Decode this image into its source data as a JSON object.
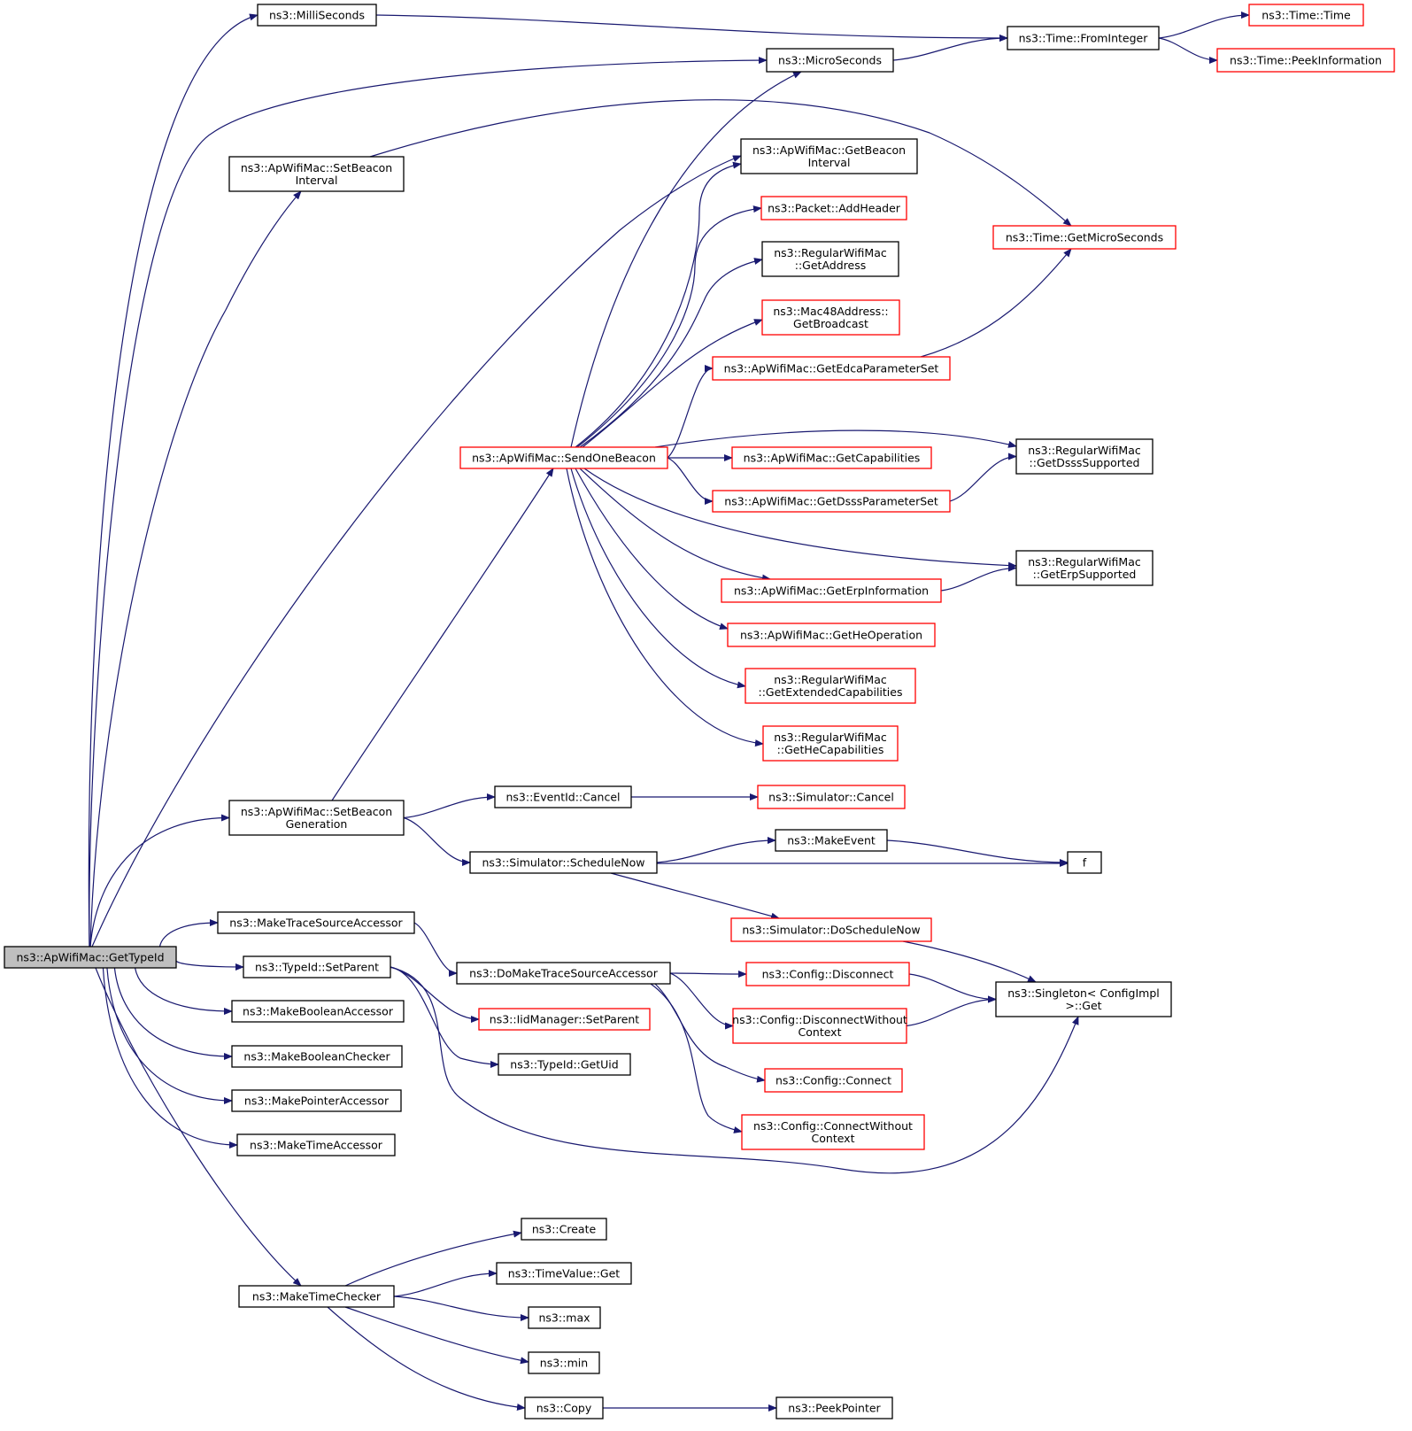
{
  "colors": {
    "edge": "#191970",
    "node_border": "#000000",
    "node_border_truncated": "#ff0000",
    "root_fill": "#bfbfbf",
    "node_fill": "#ffffff"
  },
  "nodes": [
    {
      "id": "root",
      "lines": [
        "ns3::ApWifiMac::GetTypeId"
      ],
      "style": "root"
    },
    {
      "id": "MilliSeconds",
      "lines": [
        "ns3::MilliSeconds"
      ],
      "style": "normal"
    },
    {
      "id": "MicroSeconds",
      "lines": [
        "ns3::MicroSeconds"
      ],
      "style": "normal"
    },
    {
      "id": "FromInteger",
      "lines": [
        "ns3::Time::FromInteger"
      ],
      "style": "normal"
    },
    {
      "id": "TimeTime",
      "lines": [
        "ns3::Time::Time"
      ],
      "style": "truncated"
    },
    {
      "id": "PeekInformation",
      "lines": [
        "ns3::Time::PeekInformation"
      ],
      "style": "truncated"
    },
    {
      "id": "SetBeaconInterval",
      "lines": [
        "ns3::ApWifiMac::SetBeacon",
        "Interval"
      ],
      "style": "normal"
    },
    {
      "id": "GetBeaconInterval",
      "lines": [
        "ns3::ApWifiMac::GetBeacon",
        "Interval"
      ],
      "style": "normal"
    },
    {
      "id": "AddHeader",
      "lines": [
        "ns3::Packet::AddHeader"
      ],
      "style": "truncated"
    },
    {
      "id": "GetMicroSeconds",
      "lines": [
        "ns3::Time::GetMicroSeconds"
      ],
      "style": "truncated"
    },
    {
      "id": "GetAddress",
      "lines": [
        "ns3::RegularWifiMac",
        "::GetAddress"
      ],
      "style": "normal"
    },
    {
      "id": "GetBroadcast",
      "lines": [
        "ns3::Mac48Address::",
        "GetBroadcast"
      ],
      "style": "truncated"
    },
    {
      "id": "GetEdca",
      "lines": [
        "ns3::ApWifiMac::GetEdcaParameterSet"
      ],
      "style": "truncated"
    },
    {
      "id": "SendOneBeacon",
      "lines": [
        "ns3::ApWifiMac::SendOneBeacon"
      ],
      "style": "truncated"
    },
    {
      "id": "GetCapabilities",
      "lines": [
        "ns3::ApWifiMac::GetCapabilities"
      ],
      "style": "truncated"
    },
    {
      "id": "GetDsssSupported",
      "lines": [
        "ns3::RegularWifiMac",
        "::GetDsssSupported"
      ],
      "style": "normal"
    },
    {
      "id": "GetDsssParameterSet",
      "lines": [
        "ns3::ApWifiMac::GetDsssParameterSet"
      ],
      "style": "truncated"
    },
    {
      "id": "GetErpSupported",
      "lines": [
        "ns3::RegularWifiMac",
        "::GetErpSupported"
      ],
      "style": "normal"
    },
    {
      "id": "GetErpInformation",
      "lines": [
        "ns3::ApWifiMac::GetErpInformation"
      ],
      "style": "truncated"
    },
    {
      "id": "GetHeOperation",
      "lines": [
        "ns3::ApWifiMac::GetHeOperation"
      ],
      "style": "truncated"
    },
    {
      "id": "GetExtendedCapabilities",
      "lines": [
        "ns3::RegularWifiMac",
        "::GetExtendedCapabilities"
      ],
      "style": "truncated"
    },
    {
      "id": "GetHeCapabilities",
      "lines": [
        "ns3::RegularWifiMac",
        "::GetHeCapabilities"
      ],
      "style": "truncated"
    },
    {
      "id": "SetBeaconGeneration",
      "lines": [
        "ns3::ApWifiMac::SetBeacon",
        "Generation"
      ],
      "style": "normal"
    },
    {
      "id": "EventIdCancel",
      "lines": [
        "ns3::EventId::Cancel"
      ],
      "style": "normal"
    },
    {
      "id": "SimulatorCancel",
      "lines": [
        "ns3::Simulator::Cancel"
      ],
      "style": "truncated"
    },
    {
      "id": "ScheduleNow",
      "lines": [
        "ns3::Simulator::ScheduleNow"
      ],
      "style": "normal"
    },
    {
      "id": "MakeEvent",
      "lines": [
        "ns3::MakeEvent"
      ],
      "style": "normal"
    },
    {
      "id": "f",
      "lines": [
        "f"
      ],
      "style": "normal"
    },
    {
      "id": "DoScheduleNow",
      "lines": [
        "ns3::Simulator::DoScheduleNow"
      ],
      "style": "truncated"
    },
    {
      "id": "MakeTraceSourceAccessor",
      "lines": [
        "ns3::MakeTraceSourceAccessor"
      ],
      "style": "normal"
    },
    {
      "id": "DoMakeTraceSourceAccessor",
      "lines": [
        "ns3::DoMakeTraceSourceAccessor"
      ],
      "style": "normal"
    },
    {
      "id": "ConfigDisconnect",
      "lines": [
        "ns3::Config::Disconnect"
      ],
      "style": "truncated"
    },
    {
      "id": "SingletonGet",
      "lines": [
        "ns3::Singleton< ConfigImpl",
        " >::Get"
      ],
      "style": "normal"
    },
    {
      "id": "SetParent",
      "lines": [
        "ns3::TypeId::SetParent"
      ],
      "style": "normal"
    },
    {
      "id": "IidSetParent",
      "lines": [
        "ns3::IidManager::SetParent"
      ],
      "style": "truncated"
    },
    {
      "id": "DisconnectWithoutContext",
      "lines": [
        "ns3::Config::DisconnectWithout",
        "Context"
      ],
      "style": "truncated"
    },
    {
      "id": "MakeBooleanAccessor",
      "lines": [
        "ns3::MakeBooleanAccessor"
      ],
      "style": "normal"
    },
    {
      "id": "MakeBooleanChecker",
      "lines": [
        "ns3::MakeBooleanChecker"
      ],
      "style": "normal"
    },
    {
      "id": "GetUid",
      "lines": [
        "ns3::TypeId::GetUid"
      ],
      "style": "normal"
    },
    {
      "id": "ConfigConnect",
      "lines": [
        "ns3::Config::Connect"
      ],
      "style": "truncated"
    },
    {
      "id": "MakePointerAccessor",
      "lines": [
        "ns3::MakePointerAccessor"
      ],
      "style": "normal"
    },
    {
      "id": "MakeTimeAccessor",
      "lines": [
        "ns3::MakeTimeAccessor"
      ],
      "style": "normal"
    },
    {
      "id": "ConnectWithoutContext",
      "lines": [
        "ns3::Config::ConnectWithout",
        "Context"
      ],
      "style": "truncated"
    },
    {
      "id": "Create",
      "lines": [
        "ns3::Create"
      ],
      "style": "normal"
    },
    {
      "id": "TimeValueGet",
      "lines": [
        "ns3::TimeValue::Get"
      ],
      "style": "normal"
    },
    {
      "id": "MakeTimeChecker",
      "lines": [
        "ns3::MakeTimeChecker"
      ],
      "style": "normal"
    },
    {
      "id": "max",
      "lines": [
        "ns3::max"
      ],
      "style": "normal"
    },
    {
      "id": "min",
      "lines": [
        "ns3::min"
      ],
      "style": "normal"
    },
    {
      "id": "Copy",
      "lines": [
        "ns3::Copy"
      ],
      "style": "normal"
    },
    {
      "id": "PeekPointer",
      "lines": [
        "ns3::PeekPointer"
      ],
      "style": "normal"
    }
  ],
  "edges": [
    {
      "from": "root",
      "to": "MilliSeconds"
    },
    {
      "from": "root",
      "to": "MicroSeconds"
    },
    {
      "from": "root",
      "to": "SetBeaconInterval"
    },
    {
      "from": "root",
      "to": "GetBeaconInterval"
    },
    {
      "from": "root",
      "to": "SetBeaconGeneration"
    },
    {
      "from": "root",
      "to": "MakeTraceSourceAccessor"
    },
    {
      "from": "root",
      "to": "SetParent"
    },
    {
      "from": "root",
      "to": "MakeBooleanAccessor"
    },
    {
      "from": "root",
      "to": "MakeBooleanChecker"
    },
    {
      "from": "root",
      "to": "MakePointerAccessor"
    },
    {
      "from": "root",
      "to": "MakeTimeAccessor"
    },
    {
      "from": "root",
      "to": "MakeTimeChecker"
    },
    {
      "from": "MilliSeconds",
      "to": "FromInteger"
    },
    {
      "from": "MicroSeconds",
      "to": "FromInteger"
    },
    {
      "from": "FromInteger",
      "to": "TimeTime"
    },
    {
      "from": "FromInteger",
      "to": "PeekInformation"
    },
    {
      "from": "SetBeaconInterval",
      "to": "GetMicroSeconds"
    },
    {
      "from": "SendOneBeacon",
      "to": "MicroSeconds"
    },
    {
      "from": "SendOneBeacon",
      "to": "GetBeaconInterval"
    },
    {
      "from": "SendOneBeacon",
      "to": "AddHeader"
    },
    {
      "from": "SendOneBeacon",
      "to": "GetAddress"
    },
    {
      "from": "SendOneBeacon",
      "to": "GetBroadcast"
    },
    {
      "from": "SendOneBeacon",
      "to": "GetEdca"
    },
    {
      "from": "SendOneBeacon",
      "to": "GetCapabilities"
    },
    {
      "from": "SendOneBeacon",
      "to": "GetDsssSupported"
    },
    {
      "from": "SendOneBeacon",
      "to": "GetDsssParameterSet"
    },
    {
      "from": "SendOneBeacon",
      "to": "GetErpSupported"
    },
    {
      "from": "SendOneBeacon",
      "to": "GetErpInformation"
    },
    {
      "from": "SendOneBeacon",
      "to": "GetHeOperation"
    },
    {
      "from": "SendOneBeacon",
      "to": "GetExtendedCapabilities"
    },
    {
      "from": "SendOneBeacon",
      "to": "GetHeCapabilities"
    },
    {
      "from": "GetEdca",
      "to": "GetMicroSeconds"
    },
    {
      "from": "GetDsssParameterSet",
      "to": "GetDsssSupported"
    },
    {
      "from": "GetErpInformation",
      "to": "GetErpSupported"
    },
    {
      "from": "SetBeaconGeneration",
      "to": "SendOneBeacon"
    },
    {
      "from": "SetBeaconGeneration",
      "to": "EventIdCancel"
    },
    {
      "from": "SetBeaconGeneration",
      "to": "ScheduleNow"
    },
    {
      "from": "EventIdCancel",
      "to": "SimulatorCancel"
    },
    {
      "from": "ScheduleNow",
      "to": "MakeEvent"
    },
    {
      "from": "ScheduleNow",
      "to": "f"
    },
    {
      "from": "ScheduleNow",
      "to": "DoScheduleNow"
    },
    {
      "from": "MakeEvent",
      "to": "f"
    },
    {
      "from": "DoScheduleNow",
      "to": "SingletonGet"
    },
    {
      "from": "MakeTraceSourceAccessor",
      "to": "DoMakeTraceSourceAccessor"
    },
    {
      "from": "DoMakeTraceSourceAccessor",
      "to": "ConfigDisconnect"
    },
    {
      "from": "DoMakeTraceSourceAccessor",
      "to": "DisconnectWithoutContext"
    },
    {
      "from": "DoMakeTraceSourceAccessor",
      "to": "ConfigConnect"
    },
    {
      "from": "DoMakeTraceSourceAccessor",
      "to": "ConnectWithoutContext"
    },
    {
      "from": "ConfigDisconnect",
      "to": "SingletonGet"
    },
    {
      "from": "DisconnectWithoutContext",
      "to": "SingletonGet"
    },
    {
      "from": "SetParent",
      "to": "IidSetParent"
    },
    {
      "from": "SetParent",
      "to": "GetUid"
    },
    {
      "from": "SetParent",
      "to": "SingletonGet"
    },
    {
      "from": "MakeTimeChecker",
      "to": "Create"
    },
    {
      "from": "MakeTimeChecker",
      "to": "TimeValueGet"
    },
    {
      "from": "MakeTimeChecker",
      "to": "max"
    },
    {
      "from": "MakeTimeChecker",
      "to": "min"
    },
    {
      "from": "MakeTimeChecker",
      "to": "Copy"
    },
    {
      "from": "Copy",
      "to": "PeekPointer"
    }
  ]
}
